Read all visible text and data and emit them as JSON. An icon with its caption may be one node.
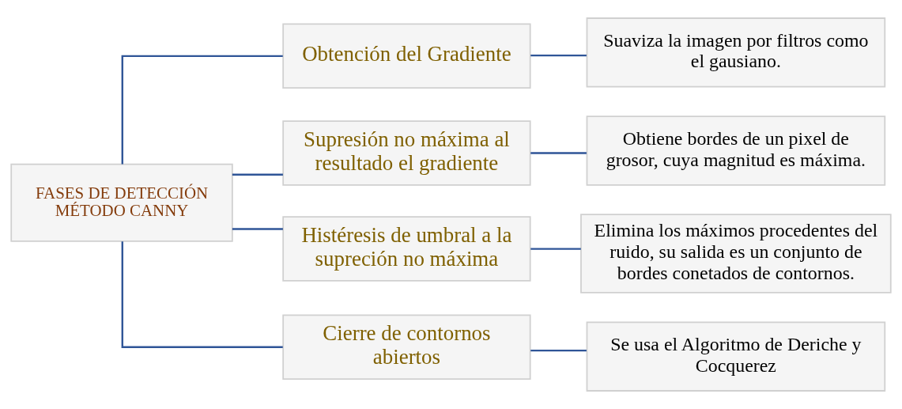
{
  "diagram": {
    "nodes": [
      {
        "text": [
          "FASES DE DETECCIÓN MÉTODO CANNY"
        ]
      },
      {
        "text": [
          "Obtención del Gradiente"
        ]
      },
      {
        "text": [
          "Supresión no máxima al resultado el gradiente"
        ]
      },
      {
        "text": [
          "Histéresis de umbral a la supreción no máxima"
        ]
      },
      {
        "text": [
          "Cierre de contornos abiertos"
        ]
      },
      {
        "text": [
          "Suaviza la imagen por filtros como el gausiano."
        ]
      },
      {
        "text": [
          "Obtiene bordes de un pixel de grosor, cuya magnitud es máxima."
        ]
      },
      {
        "text": [
          "Elimina los máximos procedentes del ruido, su salida es un conjunto de bordes conetados de contornos."
        ]
      },
      {
        "text": [
          "Se usa el Algoritmo de Deriche y Cocquerez"
        ]
      }
    ],
    "edges": [
      {
        "from": 0,
        "to": 1,
        "arrow": "none"
      },
      {
        "from": 0,
        "to": 2,
        "arrow": "none"
      },
      {
        "from": 0,
        "to": 3,
        "arrow": "none"
      },
      {
        "from": 0,
        "to": 4,
        "arrow": "none"
      },
      {
        "from": 1,
        "to": 5,
        "arrow": "none"
      },
      {
        "from": 2,
        "to": 6,
        "arrow": "none"
      },
      {
        "from": 3,
        "to": 7,
        "arrow": "none"
      },
      {
        "from": 4,
        "to": 8,
        "arrow": "none"
      }
    ]
  }
}
